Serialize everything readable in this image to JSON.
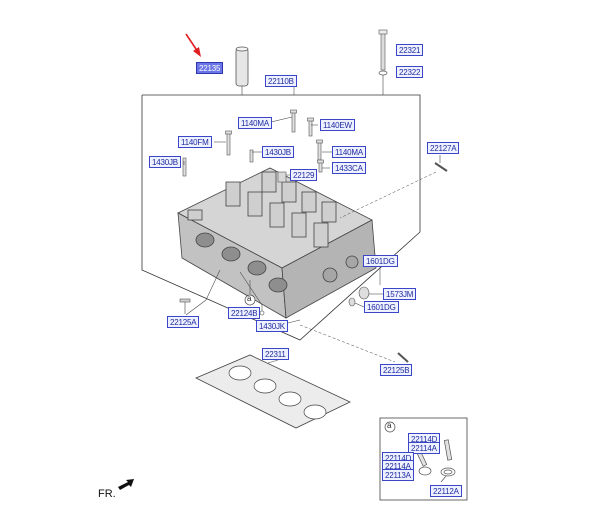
{
  "labels": {
    "p22135": "22135",
    "p22321": "22321",
    "p22322": "22322",
    "p22110B": "22110B",
    "p1140MA_top": "1140MA",
    "p1140EW": "1140EW",
    "p1140FM": "1140FM",
    "p1430JB_a": "1430JB",
    "p1430JB_b": "1430JB",
    "p1140MA_mid": "1140MA",
    "p22129": "22129",
    "p1433CA": "1433CA",
    "p22127A": "22127A",
    "p1601DG_a": "1601DG",
    "p1573JM": "1573JM",
    "p1601DG_b": "1601DG",
    "p22125A": "22125A",
    "p22124B": "22124B",
    "p1430JK": "1430JK",
    "p22311": "22311",
    "p22125B": "22125B",
    "p22114D_a": "22114D",
    "p22114A_a": "22114A",
    "p22114D_b": "22114D",
    "p22114A_b": "22114A",
    "p22113A": "22113A",
    "p22112A": "22112A"
  },
  "callout_marker": "a",
  "inset_marker": "a",
  "front_label": "FR.",
  "colors": {
    "label_text": "#1f2aa0",
    "label_border": "#3a45c8",
    "selected_fill": "#6b76e6",
    "pointer_arrow": "#e02020"
  }
}
